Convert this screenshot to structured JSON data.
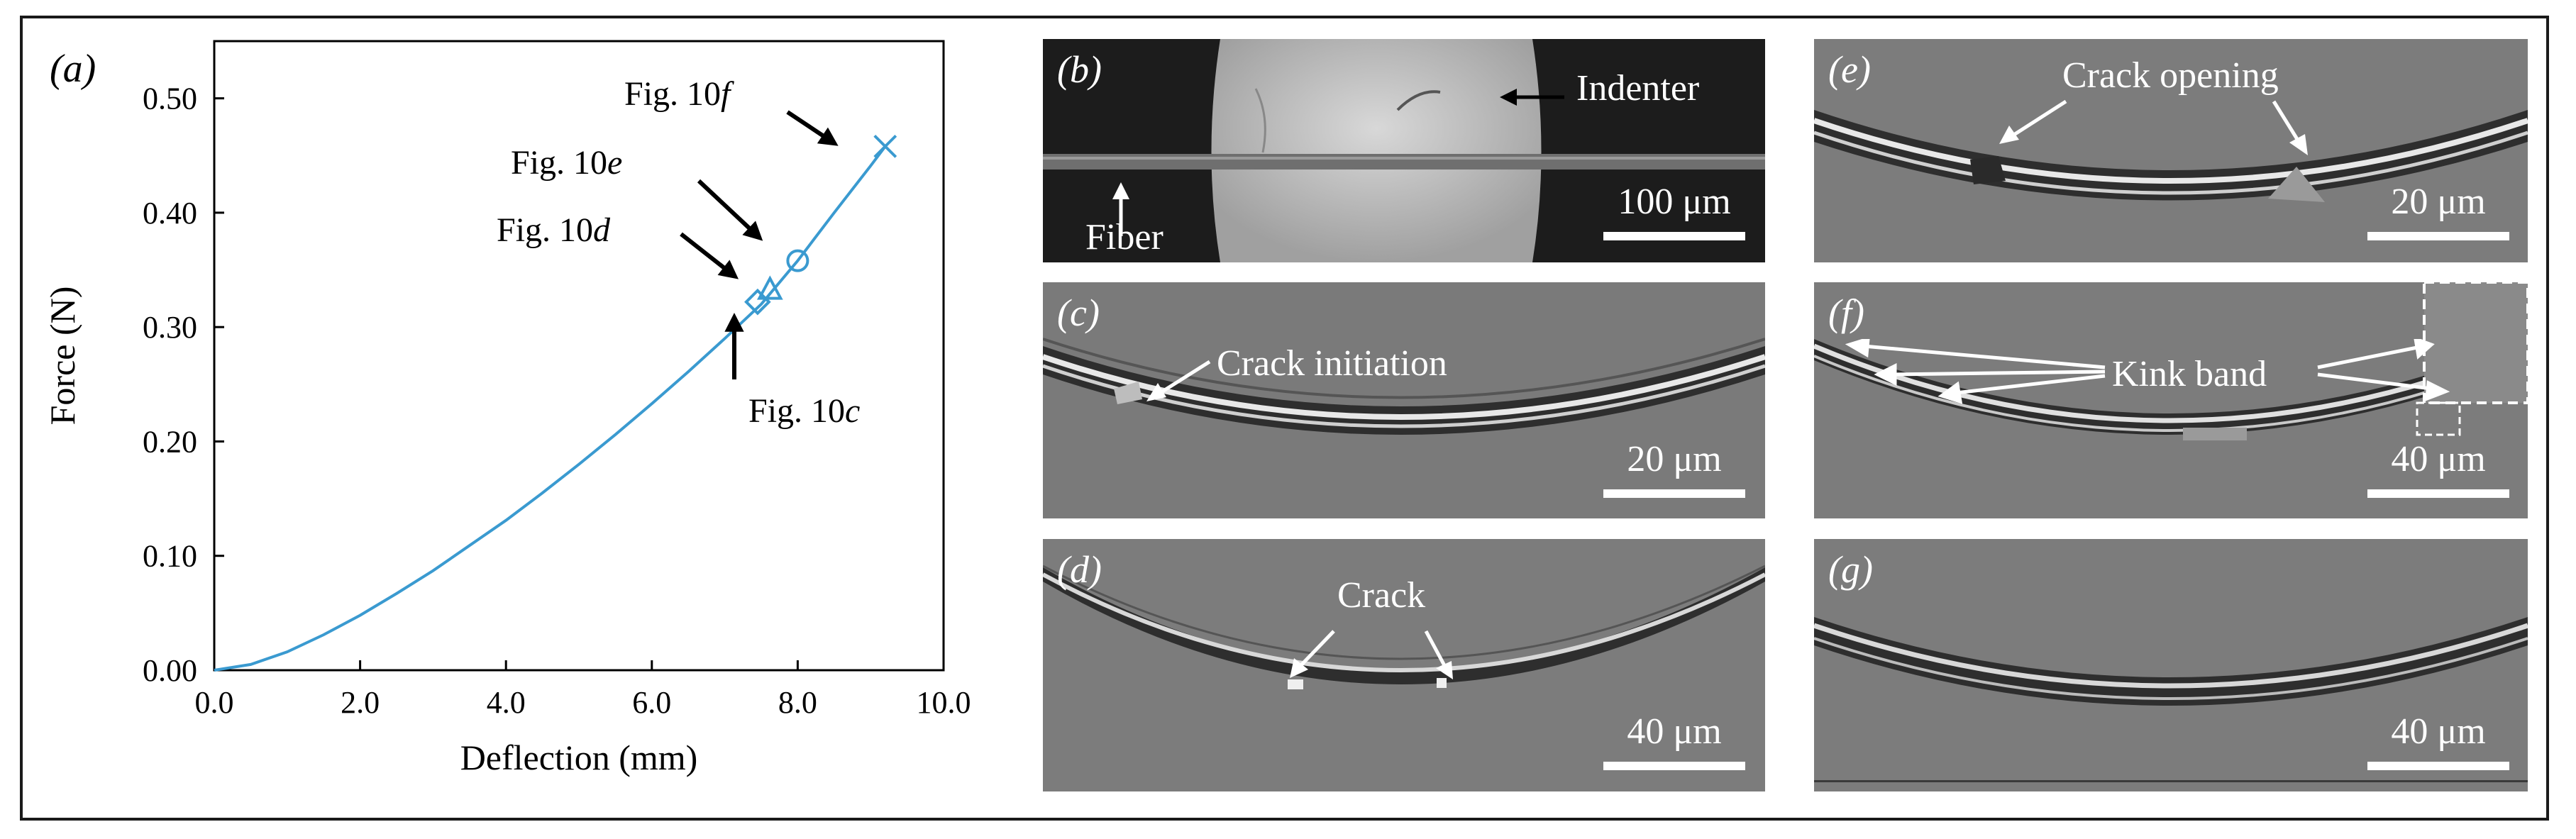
{
  "chart_data": {
    "type": "line",
    "panel_label": "(a)",
    "xlabel": "Deflection (mm)",
    "ylabel": "Force (N)",
    "xlim": [
      0,
      10
    ],
    "ylim": [
      0,
      0.55
    ],
    "xticks": [
      "0.0",
      "2.0",
      "4.0",
      "6.0",
      "8.0",
      "10.0"
    ],
    "yticks": [
      "0.00",
      "0.10",
      "0.20",
      "0.30",
      "0.40",
      "0.50"
    ],
    "line_color": "#3a9ad0",
    "series": [
      {
        "x": [
          0,
          0.5,
          1.0,
          1.5,
          2.0,
          2.5,
          3.0,
          3.5,
          4.0,
          4.5,
          5.0,
          5.5,
          6.0,
          6.5,
          7.0,
          7.5,
          8.0,
          8.5,
          9.0,
          9.2
        ],
        "y": [
          0.0,
          0.005,
          0.016,
          0.031,
          0.048,
          0.067,
          0.087,
          0.109,
          0.131,
          0.155,
          0.18,
          0.206,
          0.233,
          0.261,
          0.29,
          0.32,
          0.358,
          0.4,
          0.441,
          0.458
        ]
      }
    ],
    "markers": [
      {
        "symbol": "diamond",
        "x": 7.45,
        "y": 0.322,
        "label": "Fig. 10",
        "label_italic": "c"
      },
      {
        "symbol": "triangle",
        "x": 7.62,
        "y": 0.332,
        "label": "Fig. 10",
        "label_italic": "d"
      },
      {
        "symbol": "circle",
        "x": 8.0,
        "y": 0.358,
        "label": "Fig. 10",
        "label_italic": "e"
      },
      {
        "symbol": "cross",
        "x": 9.2,
        "y": 0.458,
        "label": "Fig. 10",
        "label_italic": "f"
      }
    ]
  },
  "panels": {
    "b": {
      "label": "(b)",
      "indenter": "Indenter",
      "fiber": "Fiber",
      "scale": "100 μm"
    },
    "c": {
      "label": "(c)",
      "annotation": "Crack initiation",
      "scale": "20 μm"
    },
    "d": {
      "label": "(d)",
      "annotation": "Crack",
      "scale": "40 μm"
    },
    "e": {
      "label": "(e)",
      "annotation": "Crack opening",
      "scale": "20 μm"
    },
    "f": {
      "label": "(f)",
      "annotation": "Kink band",
      "scale": "40 μm"
    },
    "g": {
      "label": "(g)",
      "scale": "40 μm"
    }
  },
  "colors": {
    "frame": "#1a1a1a",
    "curve": "#3a9ad0",
    "micrograph": "#7c7c7c"
  }
}
